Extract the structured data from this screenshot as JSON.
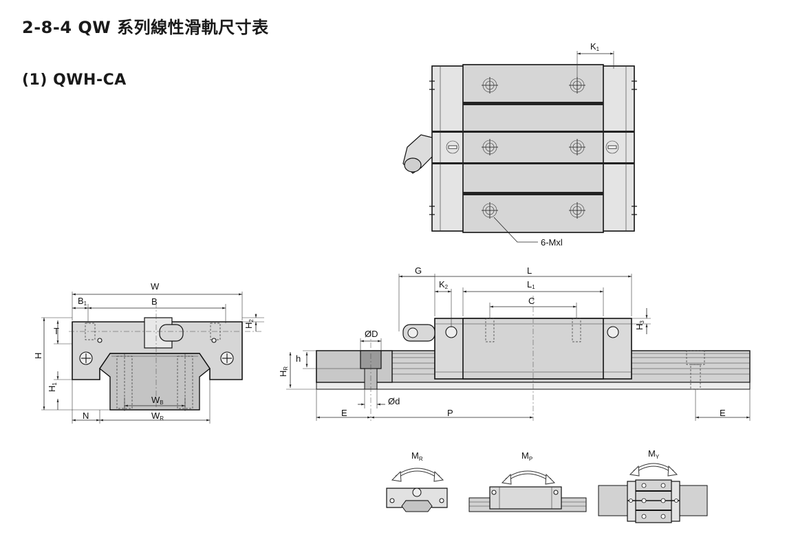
{
  "page": {
    "title": "2-8-4 QW 系列線性滑軌尺寸表",
    "subtitle": "(1) QWH-CA"
  },
  "labels": {
    "K1": "K",
    "K1_sub": "1",
    "mxl": "6-Mxl",
    "W": "W",
    "B1": "B",
    "B1_sub": "1",
    "B": "B",
    "H2": "H",
    "H2_sub": "2",
    "T": "T",
    "H": "H",
    "H1": "H",
    "H1_sub": "1",
    "WB": "W",
    "WB_sub": "B",
    "N": "N",
    "WR": "W",
    "WR_sub": "R",
    "G": "G",
    "L": "L",
    "K2": "K",
    "K2_sub": "2",
    "L1": "L",
    "L1_sub": "1",
    "C": "C",
    "H3": "H",
    "H3_sub": "3",
    "phiD": "ØD",
    "h": "h",
    "HR": "H",
    "HR_sub": "R",
    "phid": "Ød",
    "E_left": "E",
    "P": "P",
    "E_right": "E",
    "MR": "M",
    "MR_sub": "R",
    "MP": "M",
    "MP_sub": "P",
    "MY": "M",
    "MY_sub": "Y"
  },
  "colors": {
    "body_fill": "#d6d6d6",
    "rail_fill": "#c8c8c8",
    "line": "#111111"
  }
}
